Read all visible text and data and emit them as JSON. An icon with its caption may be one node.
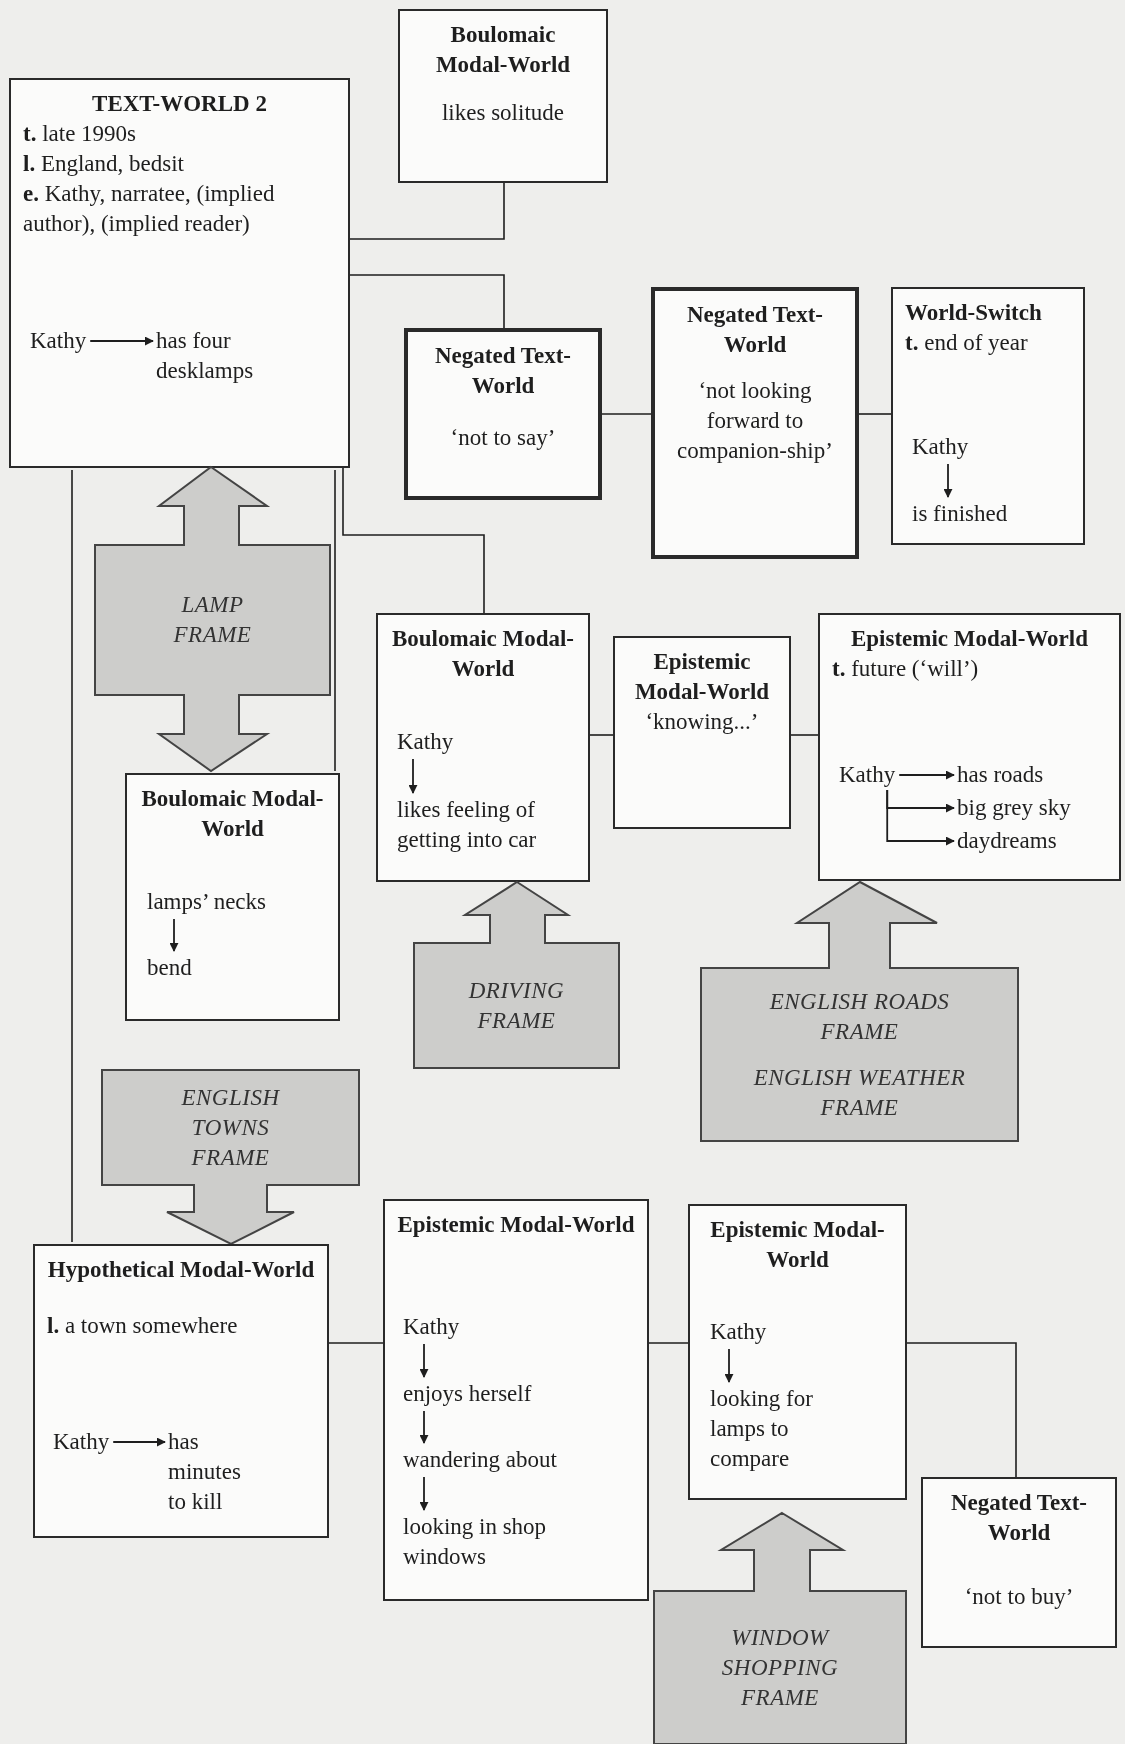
{
  "diagram": {
    "nodes": [
      {
        "text": [
          "TEXT-WORLD 2",
          "**t.** late 1990s",
          "**l.** England, bedsit",
          "**e.** Kathy, narratee, (implied author), (implied reader)"
        ]
      },
      {
        "text": [
          "Kathy"
        ],
        "in": 0
      },
      {
        "text": [
          "has four desklamps"
        ],
        "in": 0
      },
      {
        "text": [
          "Boulomaic Modal-World",
          "likes solitude"
        ]
      },
      {
        "text": [
          "Negated Text-World",
          "‘not to say’"
        ]
      },
      {
        "text": [
          "Negated Text-World",
          "‘not looking forward to companion-ship’"
        ]
      },
      {
        "text": [
          "World-Switch",
          "**t.** end of year"
        ]
      },
      {
        "text": [
          "Kathy"
        ],
        "in": 6
      },
      {
        "text": [
          "is finished"
        ],
        "in": 6
      },
      {
        "text": [
          "LAMP FRAME"
        ]
      },
      {
        "text": [
          "Boulomaic Modal-World"
        ]
      },
      {
        "text": [
          "lamps’ necks"
        ],
        "in": 10
      },
      {
        "text": [
          "bend"
        ],
        "in": 10
      },
      {
        "text": [
          "Boulomaic Modal-World"
        ]
      },
      {
        "text": [
          "Kathy"
        ],
        "in": 13
      },
      {
        "text": [
          "likes feeling of getting into car"
        ],
        "in": 13
      },
      {
        "text": [
          "Epistemic Modal-World",
          "‘knowing...’"
        ]
      },
      {
        "text": [
          "Epistemic Modal-World",
          "**t.** future (‘will’)"
        ]
      },
      {
        "text": [
          "Kathy"
        ],
        "in": 17
      },
      {
        "text": [
          "has roads"
        ],
        "in": 17
      },
      {
        "text": [
          "big grey sky"
        ],
        "in": 17
      },
      {
        "text": [
          "daydreams"
        ],
        "in": 17
      },
      {
        "text": [
          "DRIVING FRAME"
        ]
      },
      {
        "text": [
          "ENGLISH ROADS FRAME",
          "ENGLISH WEATHER FRAME"
        ]
      },
      {
        "text": [
          "ENGLISH TOWNS FRAME"
        ]
      },
      {
        "text": [
          "Hypothetical Modal-World",
          "**l.** a town somewhere"
        ]
      },
      {
        "text": [
          "Kathy"
        ],
        "in": 25
      },
      {
        "text": [
          "has minutes to kill"
        ],
        "in": 25
      },
      {
        "text": [
          "Epistemic Modal-World"
        ]
      },
      {
        "text": [
          "Kathy"
        ],
        "in": 28
      },
      {
        "text": [
          "enjoys herself"
        ],
        "in": 28
      },
      {
        "text": [
          "wandering about"
        ],
        "in": 28
      },
      {
        "text": [
          "looking in shop windows"
        ],
        "in": 28
      },
      {
        "text": [
          "Epistemic Modal-World"
        ]
      },
      {
        "text": [
          "Kathy"
        ],
        "in": 33
      },
      {
        "text": [
          "looking for lamps to compare"
        ],
        "in": 33
      },
      {
        "text": [
          "WINDOW SHOPPING FRAME"
        ]
      },
      {
        "text": [
          "Negated Text-World",
          "‘not to buy’"
        ]
      }
    ],
    "edges": [
      {
        "from": 1,
        "to": 2,
        "arrow": "to"
      },
      {
        "from": 0,
        "to": 3,
        "arrow": "none"
      },
      {
        "from": 0,
        "to": 4,
        "arrow": "none"
      },
      {
        "from": 4,
        "to": 5,
        "arrow": "none"
      },
      {
        "from": 5,
        "to": 6,
        "arrow": "none"
      },
      {
        "from": 7,
        "to": 8,
        "arrow": "to"
      },
      {
        "from": 0,
        "to": 10,
        "arrow": "none"
      },
      {
        "from": 0,
        "to": 13,
        "arrow": "none"
      },
      {
        "from": 11,
        "to": 12,
        "arrow": "to"
      },
      {
        "from": 13,
        "to": 16,
        "arrow": "none"
      },
      {
        "from": 14,
        "to": 15,
        "arrow": "to"
      },
      {
        "from": 16,
        "to": 17,
        "arrow": "none"
      },
      {
        "from": 18,
        "to": 19,
        "arrow": "to"
      },
      {
        "from": 18,
        "to": 20,
        "arrow": "to"
      },
      {
        "from": 18,
        "to": 21,
        "arrow": "to"
      },
      {
        "from": 0,
        "to": 25,
        "arrow": "none"
      },
      {
        "from": 26,
        "to": 27,
        "arrow": "to"
      },
      {
        "from": 25,
        "to": 28,
        "arrow": "none"
      },
      {
        "from": 29,
        "to": 30,
        "arrow": "to"
      },
      {
        "from": 30,
        "to": 31,
        "arrow": "to"
      },
      {
        "from": 31,
        "to": 32,
        "arrow": "to"
      },
      {
        "from": 28,
        "to": 33,
        "arrow": "none"
      },
      {
        "from": 34,
        "to": 35,
        "arrow": "to"
      },
      {
        "from": 33,
        "to": 37,
        "arrow": "none"
      }
    ]
  }
}
